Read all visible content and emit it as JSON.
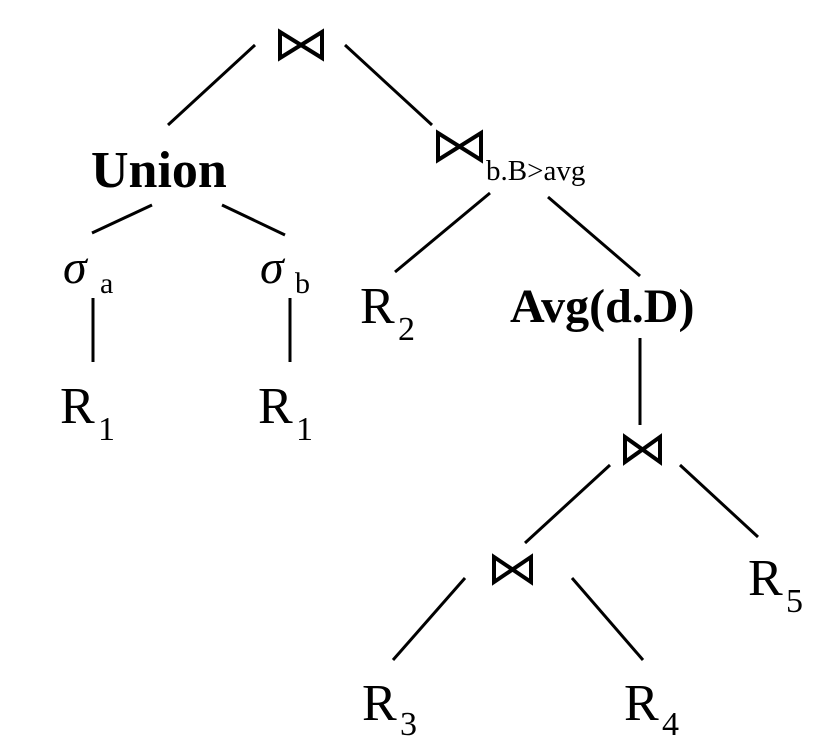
{
  "tree": {
    "root": {
      "symbol": "⋈"
    },
    "union": {
      "label": "Union"
    },
    "sigma_a": {
      "symbol": "σ",
      "sub": "a"
    },
    "sigma_b": {
      "symbol": "σ",
      "sub": "b"
    },
    "r1_left": {
      "base": "R",
      "sub": "1"
    },
    "r1_right": {
      "base": "R",
      "sub": "1"
    },
    "theta_join": {
      "symbol": "⋈",
      "condition": "b.B>avg"
    },
    "r2": {
      "base": "R",
      "sub": "2"
    },
    "avg": {
      "label": "Avg(d.D)"
    },
    "join_mid": {
      "symbol": "⋈"
    },
    "join_low": {
      "symbol": "⋈"
    },
    "r5": {
      "base": "R",
      "sub": "5"
    },
    "r3": {
      "base": "R",
      "sub": "3"
    },
    "r4": {
      "base": "R",
      "sub": "4"
    }
  }
}
